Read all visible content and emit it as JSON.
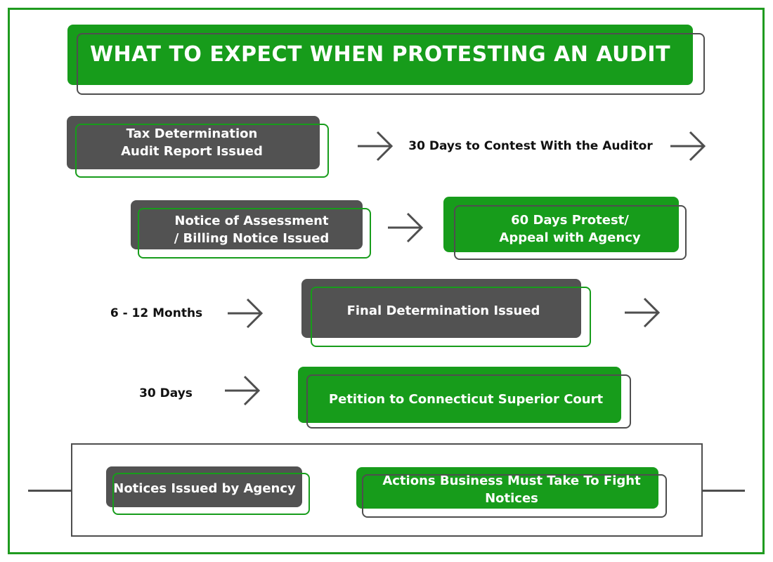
{
  "title": "WHAT TO EXPECT WHEN PROTESTING AN AUDIT",
  "steps": {
    "tax_determination": "Tax Determination\nAudit Report Issued",
    "contest_window": "30 Days to Contest With the Auditor",
    "notice_of_assessment": "Notice of Assessment\n/ Billing Notice Issued",
    "protest_appeal": "60 Days Protest/\nAppeal with Agency",
    "final_wait": "6 - 12 Months",
    "final_determination": "Final Determination Issued",
    "petition_wait": "30 Days",
    "petition": "Petition to Connecticut Superior Court"
  },
  "legend": {
    "agency_notices": "Notices Issued by Agency",
    "business_actions": "Actions Business Must Take To Fight Notices"
  },
  "icons": [
    "arrow-right-icon"
  ],
  "colors": {
    "green": "#179c1b",
    "gray": "#525252",
    "border": "#4e4e4e",
    "frame": "#1f9b1f"
  }
}
